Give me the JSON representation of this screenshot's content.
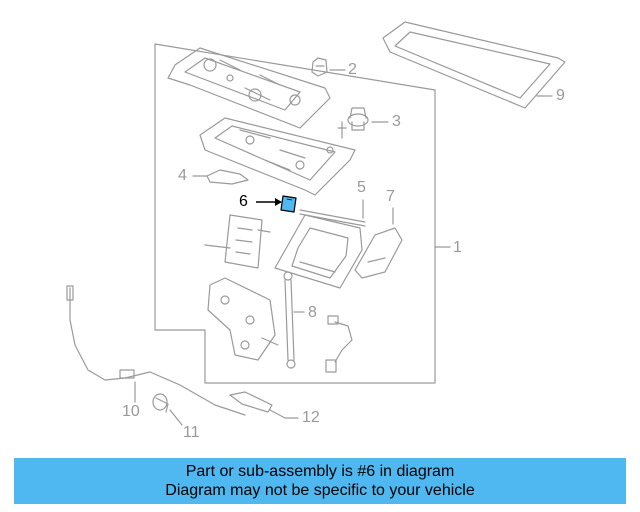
{
  "callouts": {
    "c1": "1",
    "c2": "2",
    "c3": "3",
    "c4": "4",
    "c5": "5",
    "c6": "6",
    "c7": "7",
    "c8": "8",
    "c9": "9",
    "c10": "10",
    "c11": "11",
    "c12": "12"
  },
  "highlighted_part": "6",
  "colors": {
    "line": "#9a9a9a",
    "highlight": "#4fb8f0",
    "banner": "#4fb8f0"
  },
  "banner": {
    "line1": "Part or sub-assembly is #6 in diagram",
    "line2": "Diagram may not be specific to your vehicle"
  }
}
